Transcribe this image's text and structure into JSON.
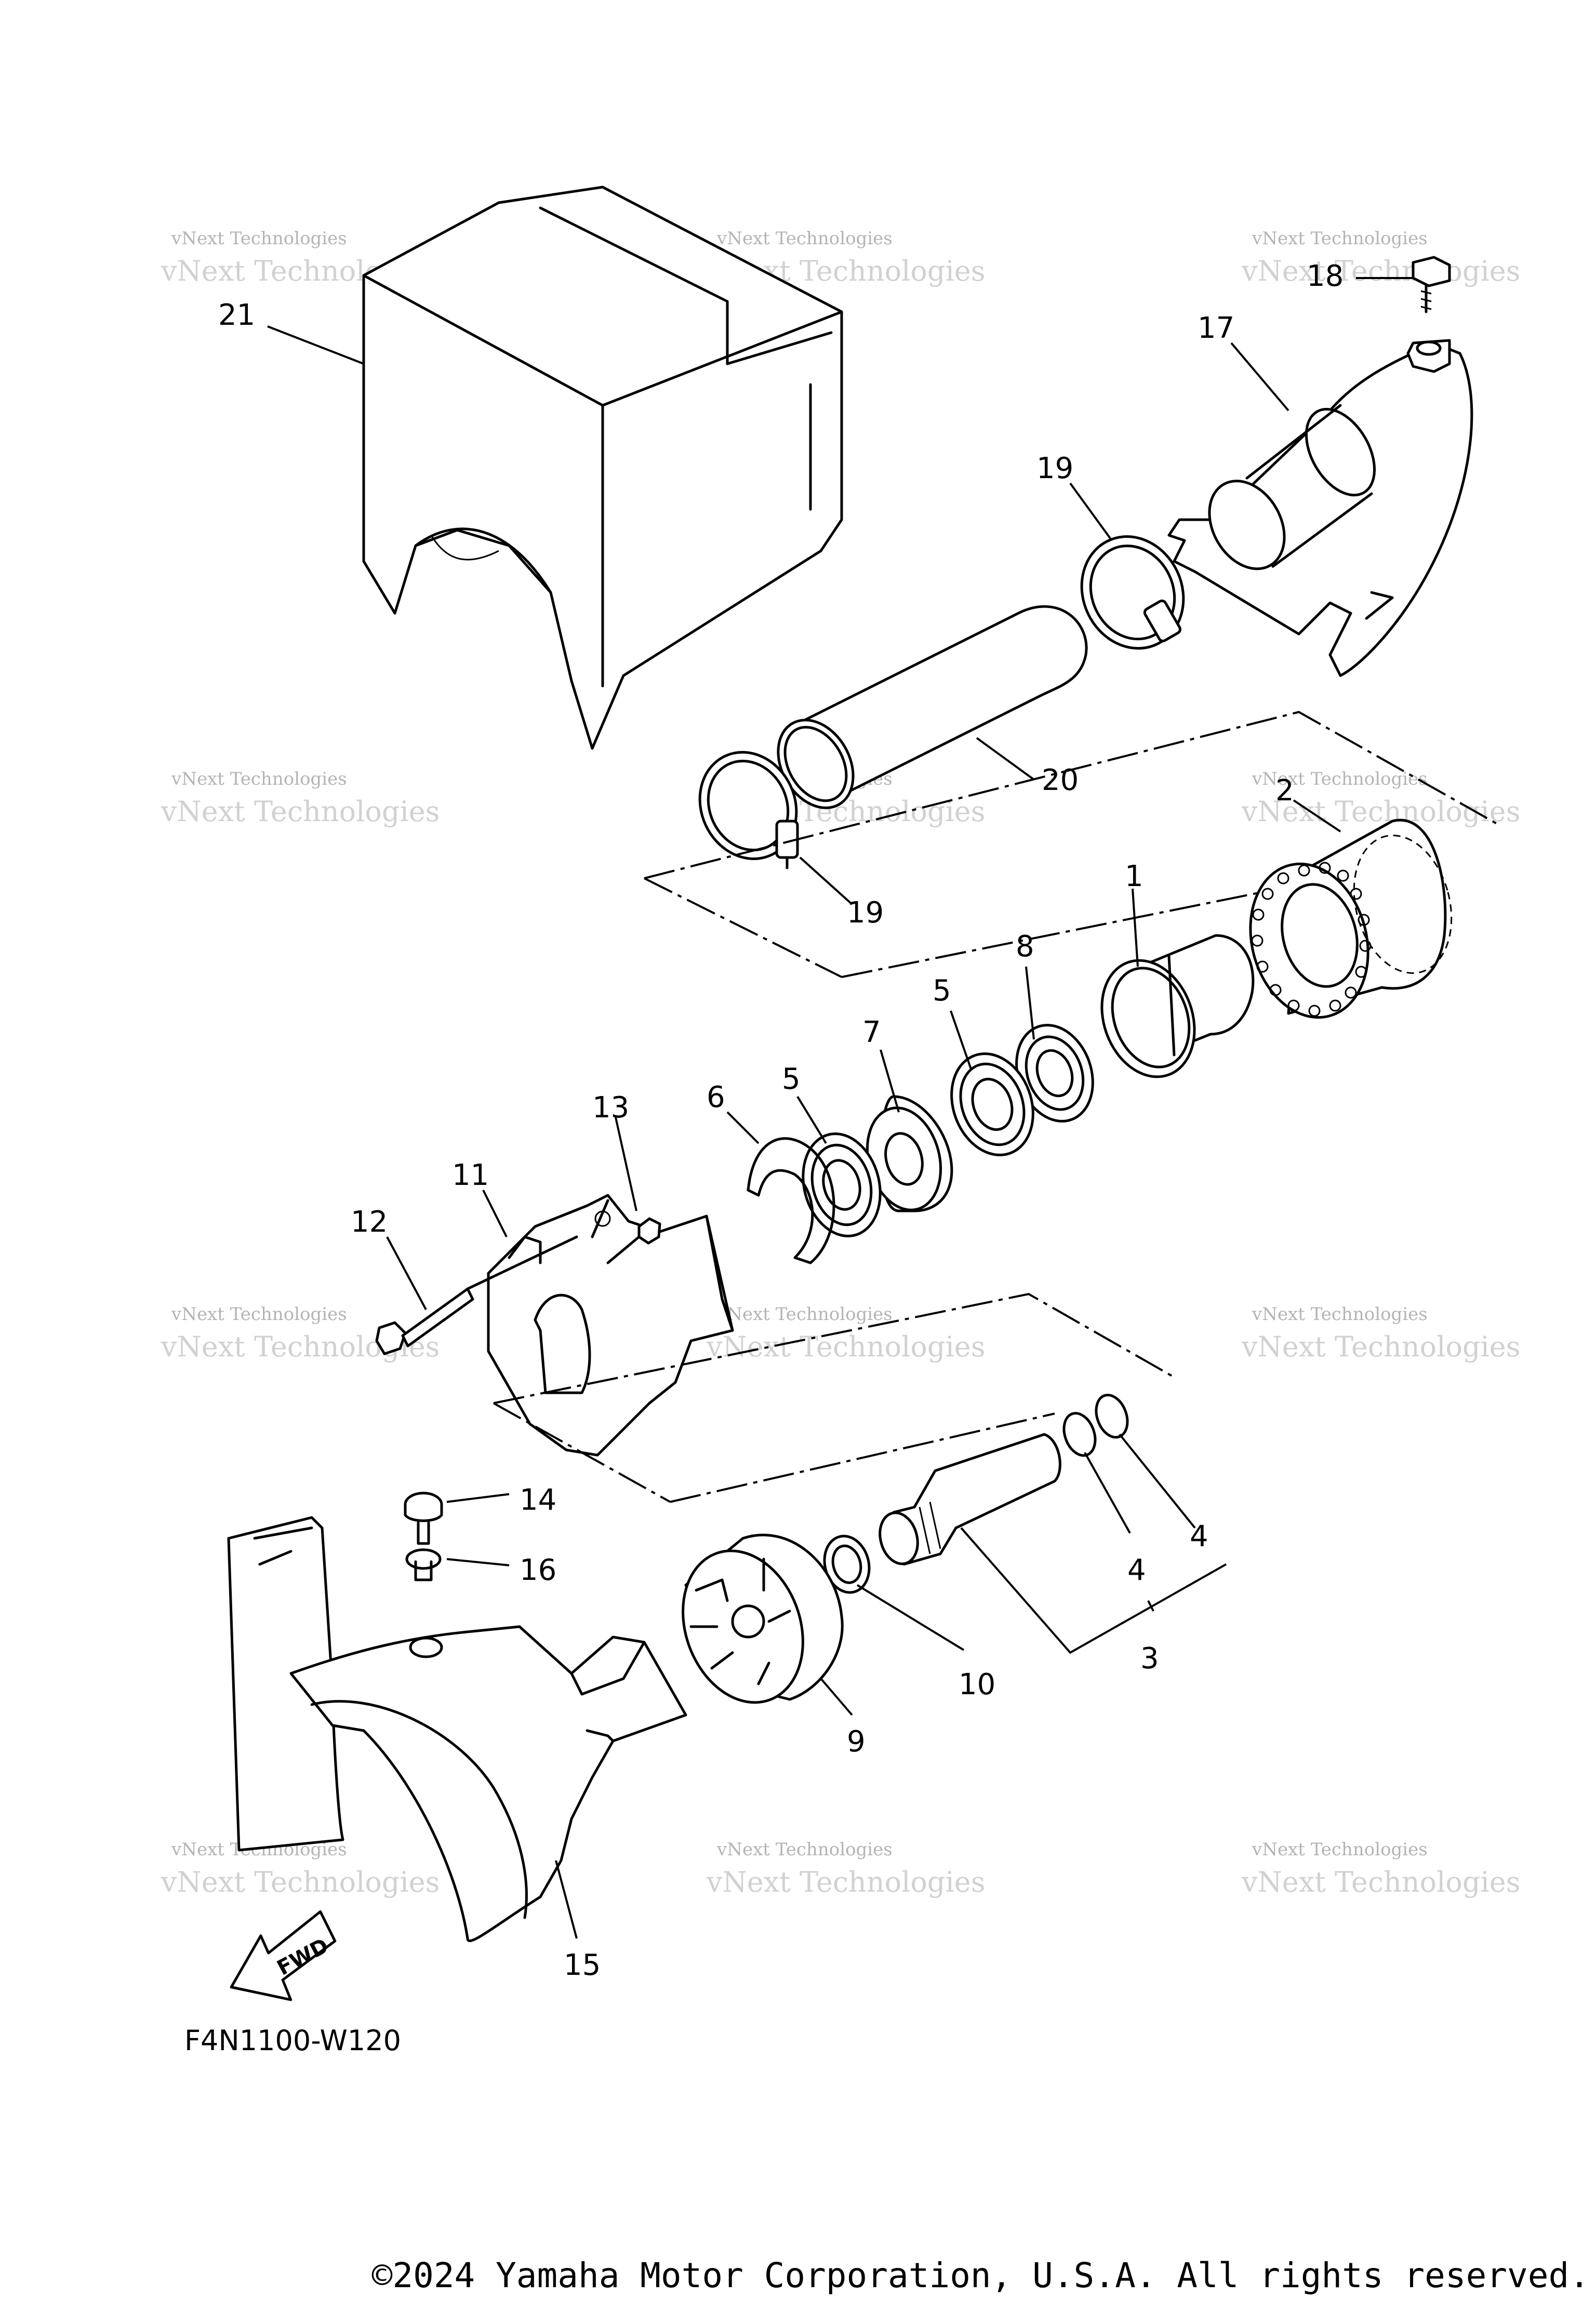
{
  "diagram": {
    "code": "F4N1100-W120",
    "fwd_arrow": "FWD",
    "watermark": "vNext Technologies",
    "copyright": "©2024 Yamaha Motor Corporation, U.S.A. All rights reserved.",
    "callouts": {
      "c1": "1",
      "c2": "2",
      "c3": "3",
      "c4a": "4",
      "c4b": "4",
      "c5a": "5",
      "c5b": "5",
      "c6": "6",
      "c7": "7",
      "c8": "8",
      "c9": "9",
      "c10": "10",
      "c11": "11",
      "c12": "12",
      "c13": "13",
      "c14": "14",
      "c15": "15",
      "c16": "16",
      "c17": "17",
      "c18": "18",
      "c19a": "19",
      "c19b": "19",
      "c20": "20",
      "c21": "21"
    }
  }
}
